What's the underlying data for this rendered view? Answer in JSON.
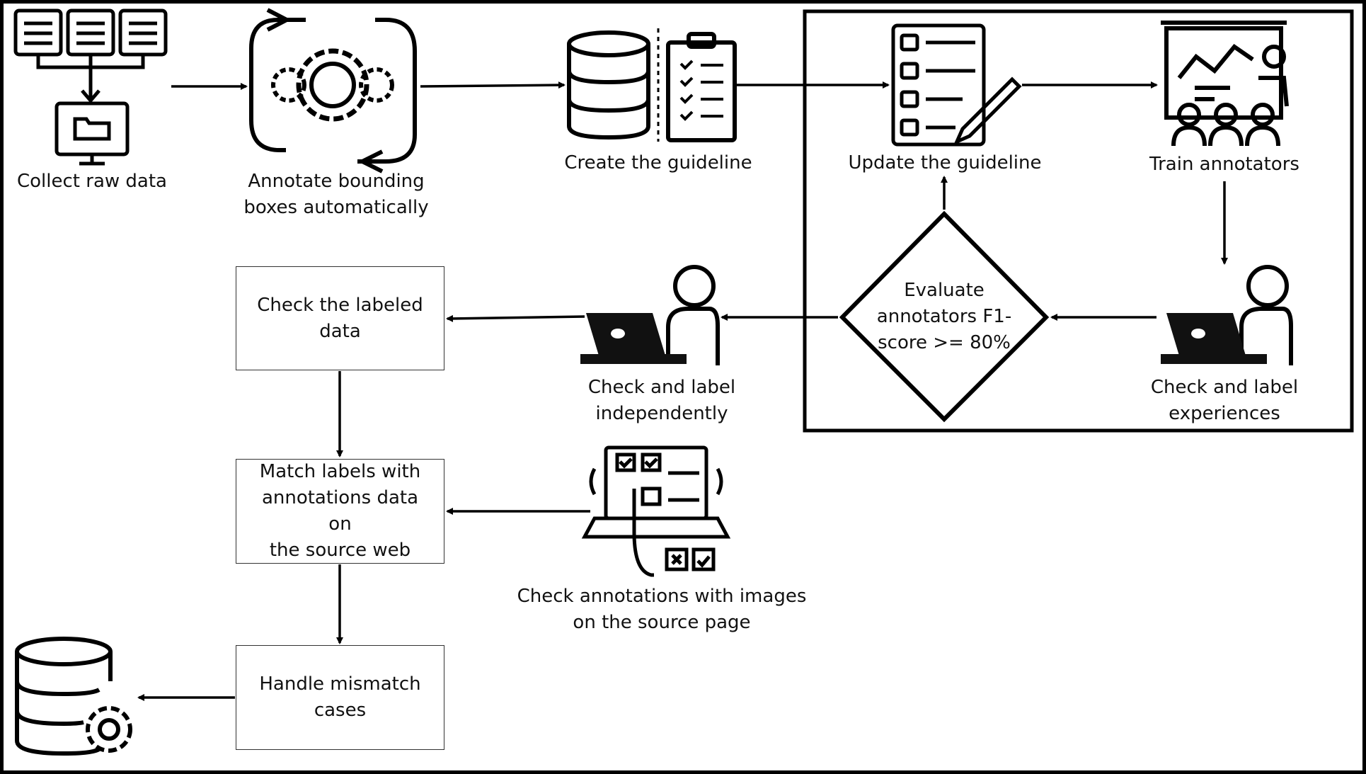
{
  "steps": {
    "collect": "Collect raw data",
    "annotate_1": "Annotate bounding",
    "annotate_2": "boxes automatically",
    "create": "Create the guideline",
    "update": "Update the guideline",
    "train": "Train annotators",
    "experience_1": "Check and label",
    "experience_2": "experiences",
    "evaluate_1": "Evaluate",
    "evaluate_2": "annotators F1-",
    "evaluate_3": "score >= 80%",
    "independent_1": "Check and label",
    "independent_2": "independently",
    "check_labeled_1": "Check the labeled",
    "check_labeled_2": "data",
    "match_1": "Match labels with",
    "match_2": "annotations data on",
    "match_3": "the source web",
    "source_1": "Check annotations with images",
    "source_2": "on the source page",
    "handle_1": "Handle mismatch",
    "handle_2": "cases"
  },
  "icons": {
    "collect": "raw-data-collection-icon",
    "annotate": "automation-gears-icon",
    "create": "database-checklist-icon",
    "update": "checklist-pencil-icon",
    "train": "training-presentation-icon",
    "experience": "person-laptop-icon",
    "independent": "person-laptop-icon",
    "source": "laptop-checklist-touch-icon",
    "final": "database-gear-icon"
  },
  "colors": {
    "stroke": "#000000",
    "background": "#ffffff"
  }
}
